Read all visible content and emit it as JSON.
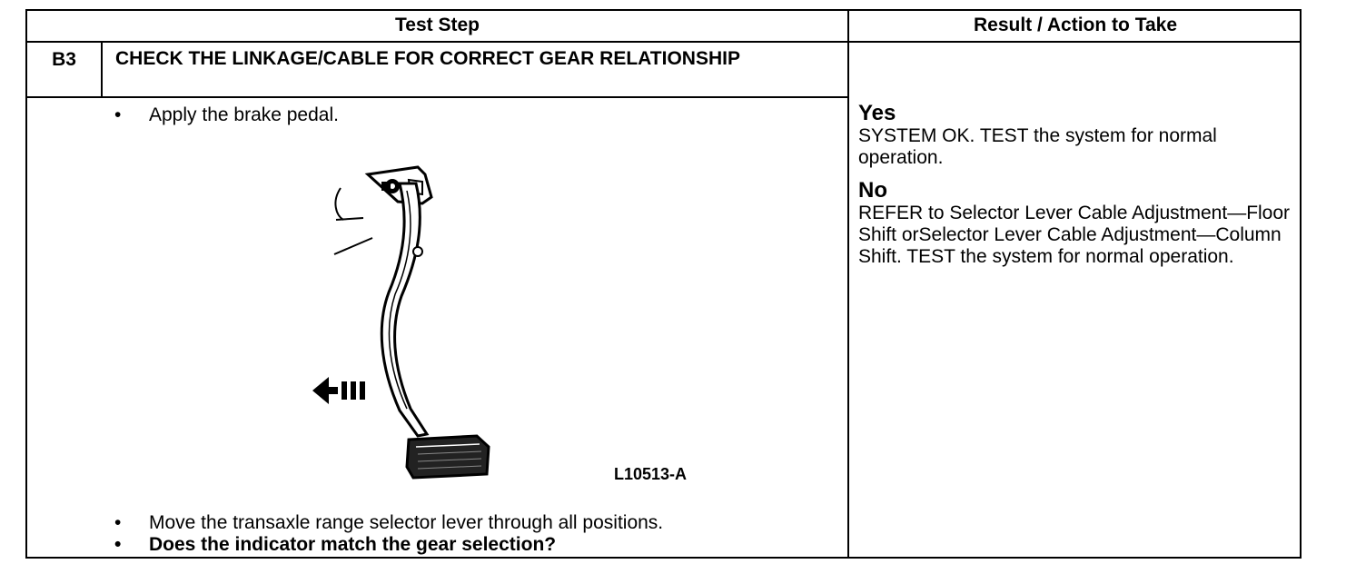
{
  "header": {
    "test_step": "Test Step",
    "result_action": "Result / Action to Take"
  },
  "step": {
    "number": "B3",
    "title": "CHECK THE LINKAGE/CABLE FOR CORRECT GEAR RELATIONSHIP",
    "bullets": [
      "Apply the brake pedal.",
      "Move the transaxle range selector lever through all positions.",
      "Does the indicator match the gear selection?"
    ],
    "figure_code": "L10513-A",
    "bullet_glyph": "•"
  },
  "result": {
    "yes_label": "Yes",
    "yes_text": "SYSTEM OK. TEST the system for normal operation.",
    "no_label": "No",
    "no_text": "REFER to Selector Lever Cable Adjustment—Floor Shift orSelector Lever Cable Adjustment—Column Shift. TEST the system for normal  operation."
  }
}
